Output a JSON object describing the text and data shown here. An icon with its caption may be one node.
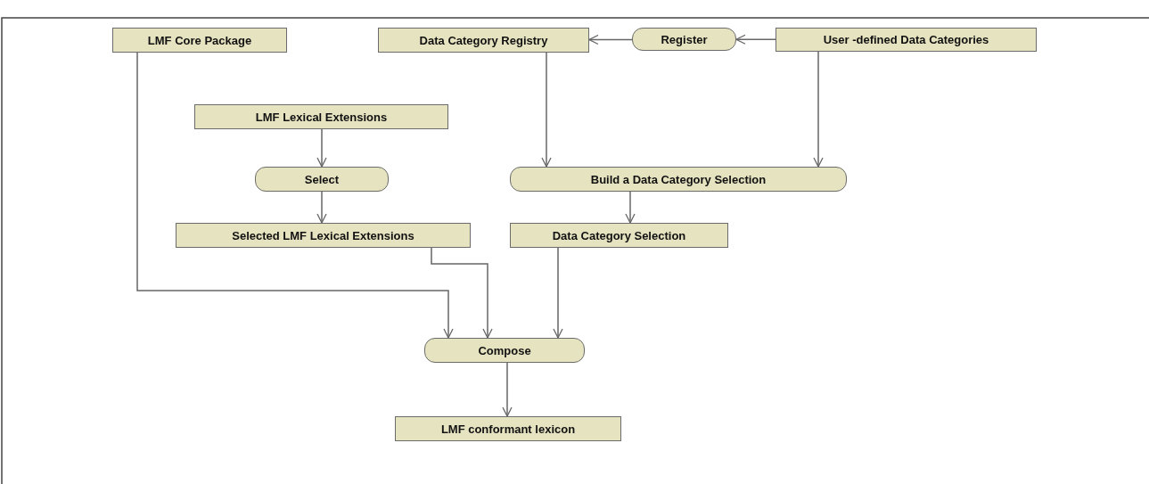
{
  "diagram": {
    "nodes": [
      {
        "text": [
          "LMF Core Package"
        ]
      },
      {
        "text": [
          "Data Category Registry"
        ]
      },
      {
        "text": [
          "Register"
        ]
      },
      {
        "text": [
          "User -defined Data Categories"
        ]
      },
      {
        "text": [
          "LMF Lexical Extensions"
        ]
      },
      {
        "text": [
          "Select"
        ]
      },
      {
        "text": [
          "Build a Data Category Selection"
        ]
      },
      {
        "text": [
          "Selected LMF Lexical Extensions"
        ]
      },
      {
        "text": [
          "Data Category Selection"
        ]
      },
      {
        "text": [
          "Compose"
        ]
      },
      {
        "text": [
          "LMF conformant lexicon"
        ]
      }
    ],
    "edges": [
      {
        "from": 3,
        "to": 2,
        "arrow": "to"
      },
      {
        "from": 2,
        "to": 1,
        "arrow": "to"
      },
      {
        "from": 1,
        "to": 6,
        "arrow": "to"
      },
      {
        "from": 3,
        "to": 6,
        "arrow": "to"
      },
      {
        "from": 4,
        "to": 5,
        "arrow": "to"
      },
      {
        "from": 5,
        "to": 7,
        "arrow": "to"
      },
      {
        "from": 6,
        "to": 8,
        "arrow": "to"
      },
      {
        "from": 0,
        "to": 9,
        "arrow": "to"
      },
      {
        "from": 7,
        "to": 9,
        "arrow": "to"
      },
      {
        "from": 8,
        "to": 9,
        "arrow": "to"
      },
      {
        "from": 9,
        "to": 10,
        "arrow": "to"
      }
    ]
  }
}
